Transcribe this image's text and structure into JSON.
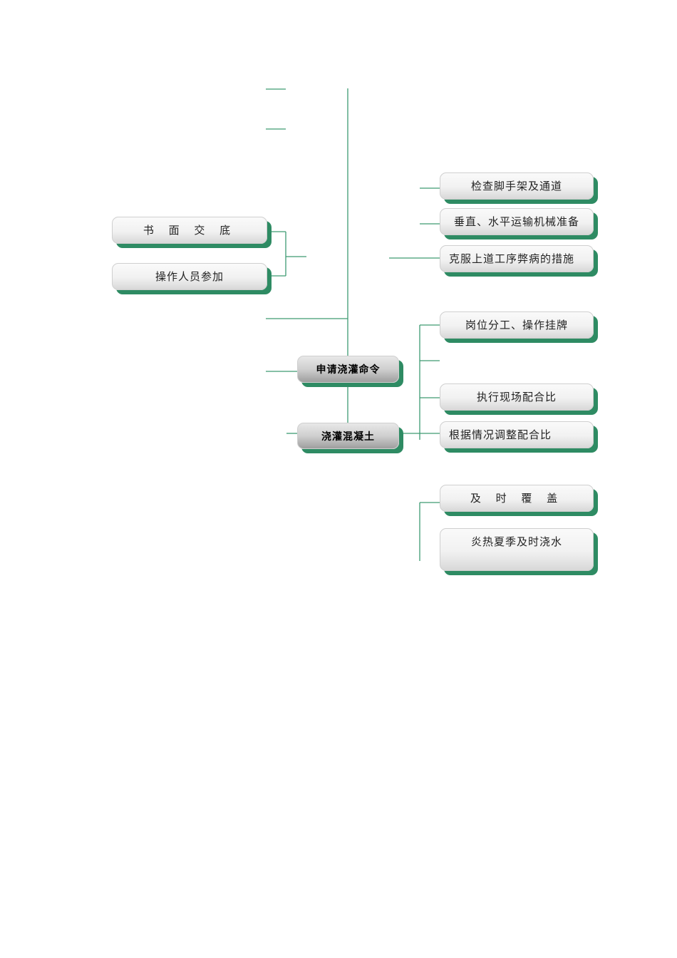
{
  "colors": {
    "line": "#3d9a72",
    "shadow": "#2e8b63"
  },
  "left": {
    "written_briefing": "书 面 交 底",
    "operators_join": "操作人员参加"
  },
  "center": {
    "apply_order": "申请浇灌命令",
    "pour_concrete": "浇灌混凝土"
  },
  "right": {
    "check_scaffold": "检查脚手架及通道",
    "transport_machinery": "垂直、水平运输机械准备",
    "overcome_defects": "克服上道工序弊病的措施",
    "job_division": "岗位分工、操作挂牌",
    "execute_mix": "执行现场配合比",
    "adjust_mix": "根据情况调整配合比",
    "timely_cover": "及 时 覆 盖",
    "summer_watering": "炎热夏季及时浇水"
  }
}
